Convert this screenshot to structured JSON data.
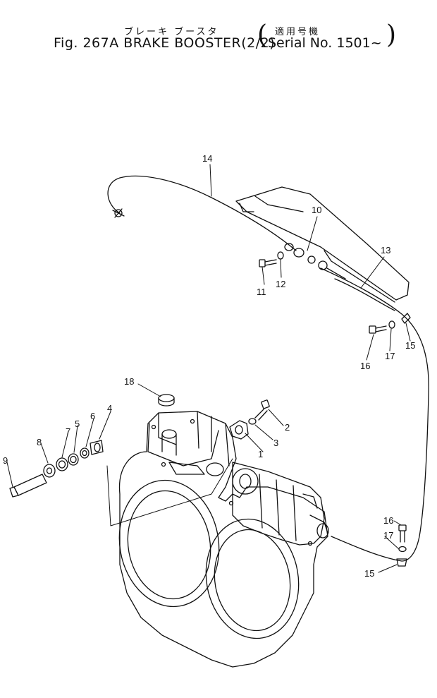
{
  "header": {
    "jp_title": "ブレーキ ブースタ",
    "jp_serial": "適用号機",
    "fig_title": "Fig. 267A BRAKE BOOSTER(2/2)",
    "serial": "Serial No. 1501~"
  },
  "callouts": {
    "c1": "1",
    "c2": "2",
    "c3": "3",
    "c4": "4",
    "c5": "5",
    "c6": "6",
    "c7": "7",
    "c8": "8",
    "c9": "9",
    "c10": "10",
    "c11": "11",
    "c12": "12",
    "c13": "13",
    "c14": "14",
    "c15a": "15",
    "c15b": "15",
    "c16a": "16",
    "c16b": "16",
    "c17a": "17",
    "c17b": "17",
    "c18": "18"
  },
  "colors": {
    "ink": "#111111",
    "paper": "#ffffff"
  }
}
